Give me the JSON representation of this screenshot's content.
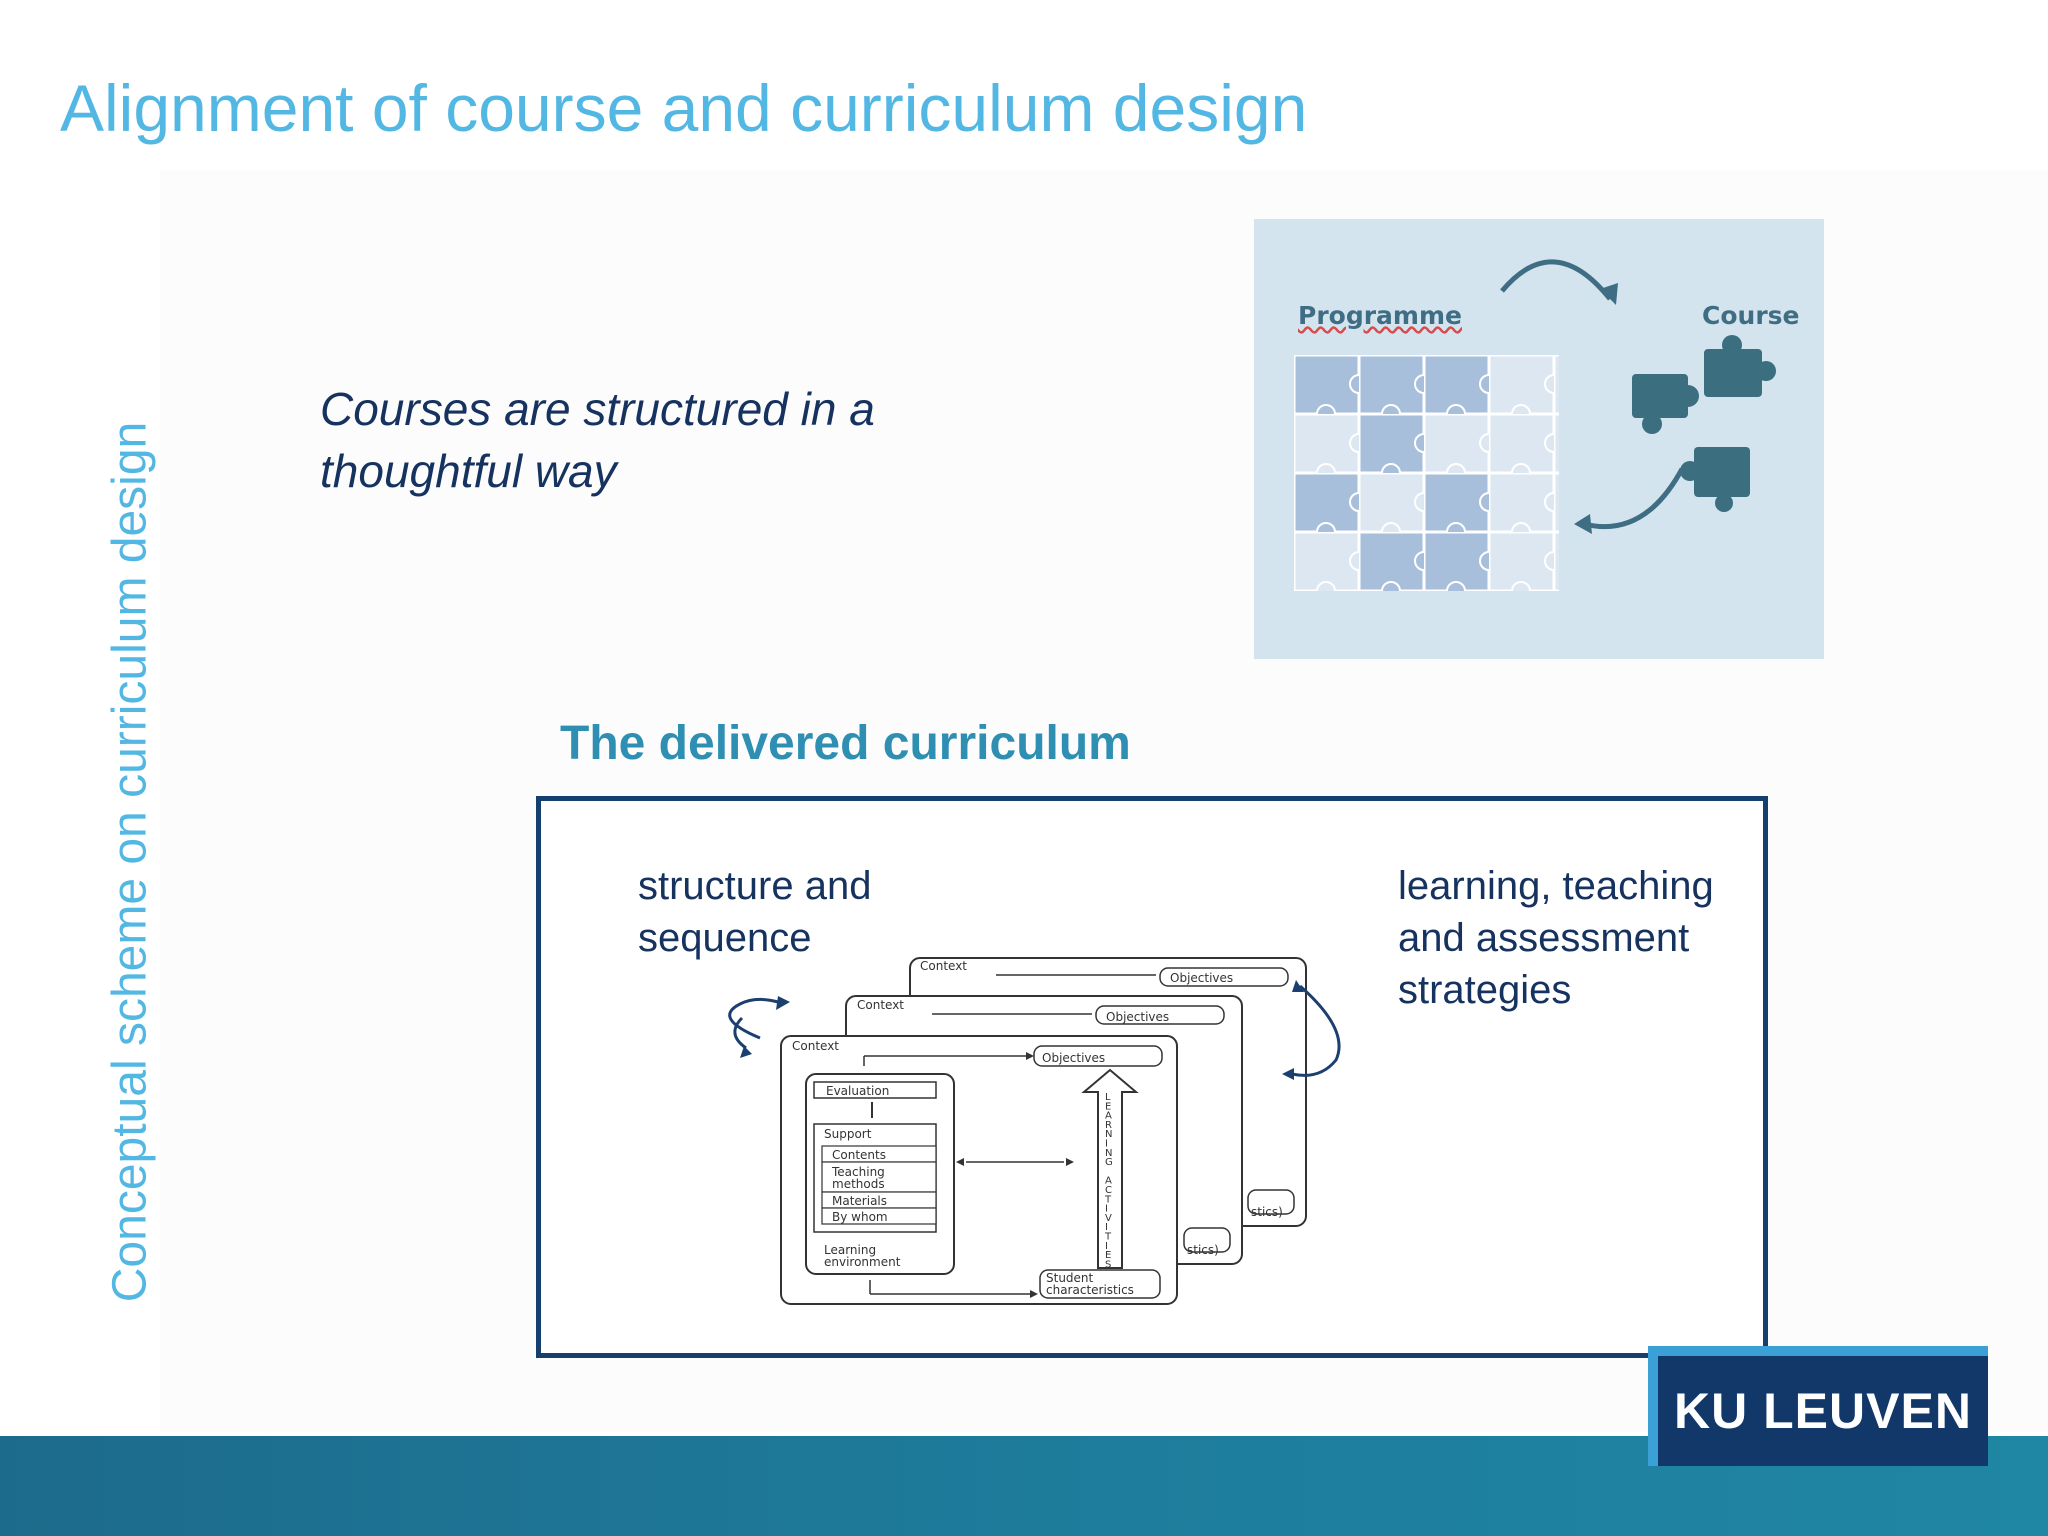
{
  "slide": {
    "title": "Alignment of course and curriculum design",
    "vertical_label": "Conceptual scheme on curriculum design",
    "intro_text": "Courses are structured in a thoughtful way"
  },
  "puzzle_image": {
    "programme_label": "Programme",
    "course_label": "Course"
  },
  "delivered": {
    "heading": "The delivered curriculum",
    "left_note": "structure and sequence",
    "right_note": "learning, teaching and assessment strategies"
  },
  "diagram": {
    "context_label": "Context",
    "objectives_label": "Objectives",
    "evaluation_label": "Evaluation",
    "support_label": "Support",
    "contents_label": "Contents",
    "teaching_label_1": "Teaching",
    "teaching_label_2": "methods",
    "materials_label": "Materials",
    "by_whom_label": "By whom",
    "learning_env_1": "Learning",
    "learning_env_2": "environment",
    "student_1": "Student",
    "student_2": "characteristics",
    "stics_label": "stics)",
    "learning_activities": [
      "L",
      "E",
      "A",
      "R",
      "N",
      "I",
      "N",
      "G",
      "",
      "A",
      "C",
      "T",
      "I",
      "V",
      "I",
      "T",
      "I",
      "E",
      "S"
    ]
  },
  "logo": {
    "text": "KU LEUVEN"
  },
  "colors": {
    "title": "#52b7e3",
    "dark_blue": "#16325f",
    "heading_teal": "#2e8fb3",
    "box_border": "#15406e",
    "puzzle_bg": "#d3e4ee",
    "puzzle_piece": "#a8bfdc",
    "course_piece": "#3b6f80",
    "footer": "#1e7d9c",
    "logo_bg": "#12386a"
  }
}
